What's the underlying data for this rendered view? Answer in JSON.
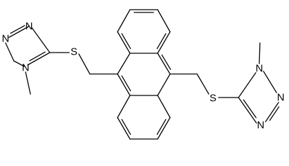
{
  "molecule": {
    "atoms": {
      "n_top_1": "N",
      "n_top_2": "N",
      "n_top_3": "N",
      "s_left": "S",
      "s_right": "S",
      "n_right_1": "N",
      "n_right_2": "N",
      "n_right_3": "N"
    }
  }
}
